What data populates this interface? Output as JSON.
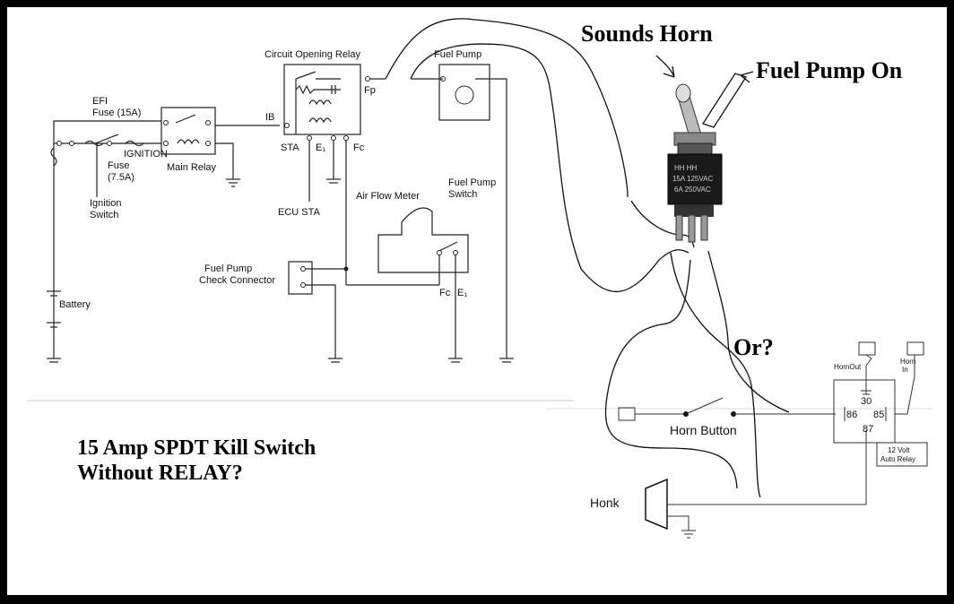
{
  "annotations": {
    "sounds_horn": "Sounds Horn",
    "fuel_pump_on": "Fuel Pump On",
    "or": "Or?",
    "title_line1": "15 Amp SPDT Kill Switch",
    "title_line2": "Without RELAY?"
  },
  "schematic": {
    "circuit_opening_relay": "Circuit Opening Relay",
    "fuel_pump": "Fuel Pump",
    "efi_fuse_1": "EFI",
    "efi_fuse_2": "Fuse (15A)",
    "ignition_fuse_1": "IGNITION",
    "ignition_fuse_2": "Fuse",
    "ignition_fuse_3": "(7.5A)",
    "ignition_switch_1": "Ignition",
    "ignition_switch_2": "Switch",
    "main_relay": "Main Relay",
    "terminal_ib": "IB",
    "terminal_sta": "STA",
    "terminal_e1_relay": "E₁",
    "terminal_fc_relay": "Fc",
    "terminal_fp": "Fp",
    "ecu_sta": "ECU STA",
    "air_flow_meter": "Air Flow Meter",
    "fuel_pump_switch_1": "Fuel Pump",
    "fuel_pump_switch_2": "Switch",
    "check_connector_1": "Fuel Pump",
    "check_connector_2": "Check Connector",
    "terminal_fc_afm": "Fc",
    "terminal_e1_afm": "E₁",
    "battery": "Battery"
  },
  "horn_circuit": {
    "horn_button": "Horn Button",
    "honk": "Honk",
    "relay_30": "30",
    "relay_86": "86",
    "relay_85": "85",
    "relay_87": "87",
    "relay_note_1": "12 Volt",
    "relay_note_2": "Auto Relay",
    "horn_out": "HornOut",
    "horn_in_1": "Horn",
    "horn_in_2": "In"
  },
  "toggle_switch": {
    "marking_1": "HH  HH",
    "marking_2": "15A 125VAC",
    "marking_3": "6A 250VAC"
  }
}
